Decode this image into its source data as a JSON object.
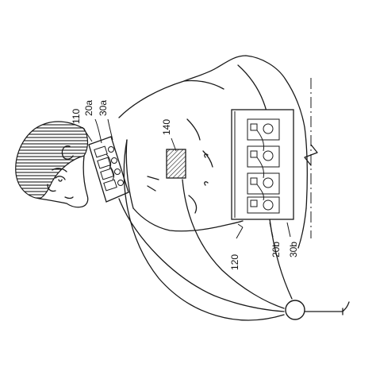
{
  "labels": {
    "neck_device": "110",
    "neck_electrode": "20a",
    "neck_band": "30a",
    "chest_unit": "140",
    "belt_device": "120",
    "belt_electrode": "20b",
    "belt_band": "30b"
  },
  "colors": {
    "line": "#1a1a1a",
    "background": "#ffffff"
  }
}
